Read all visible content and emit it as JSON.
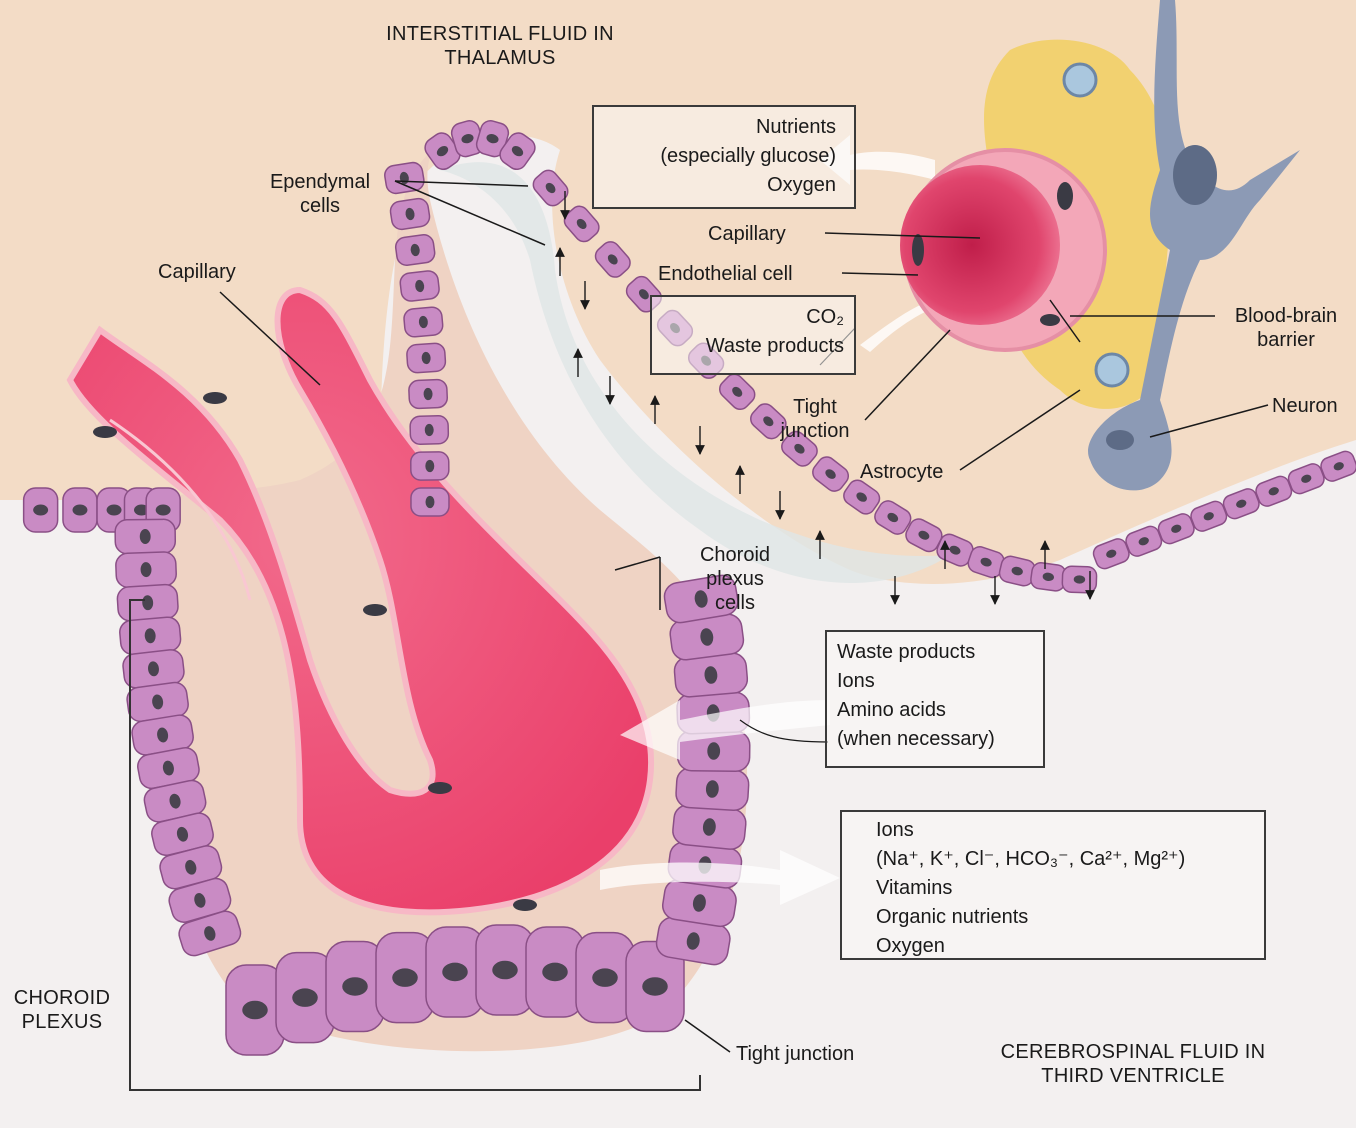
{
  "regions": {
    "interstitial_fluid": [
      "INTERSTITIAL FLUID IN",
      "THALAMUS"
    ],
    "csf": [
      "CEREBROSPINAL FLUID IN",
      "THIRD VENTRICLE"
    ],
    "choroid_plexus": [
      "CHOROID",
      "PLEXUS"
    ]
  },
  "labels": {
    "ependymal_cells": [
      "Ependymal",
      "cells"
    ],
    "capillary_left": "Capillary",
    "choroid_plexus_cells": [
      "Choroid",
      "plexus",
      "cells"
    ],
    "tight_junction_bottom": "Tight junction",
    "capillary_right": "Capillary",
    "endothelial_cell": "Endothelial cell",
    "tight_junction_mid": [
      "Tight",
      "junction"
    ],
    "astrocyte": "Astrocyte",
    "blood_brain_barrier": [
      "Blood-brain",
      "barrier"
    ],
    "neuron": "Neuron"
  },
  "boxes": {
    "nutrients": [
      "Nutrients",
      "(especially glucose)",
      "Oxygen"
    ],
    "co2_waste": [
      "CO₂",
      "Waste products"
    ],
    "waste_ions": [
      "Waste products",
      "Ions",
      "Amino acids",
      "(when necessary)"
    ],
    "csf_contents": [
      "Ions",
      "(Na⁺, K⁺, Cl⁻, HCO₃⁻, Ca²⁺, Mg²⁺)",
      "Vitamins",
      "Organic nutrients",
      "Oxygen"
    ]
  },
  "colors": {
    "cell_fill": "#c98bc4",
    "cell_stroke": "#8a4f86",
    "nucleus": "#4a4450",
    "capillary": "#d83a62",
    "capillary_wall": "#f3a7b8",
    "interstitial_bg": "#f3dcc6",
    "astrocyte": "#f2cf66",
    "neuron": "#8c9ab5"
  }
}
